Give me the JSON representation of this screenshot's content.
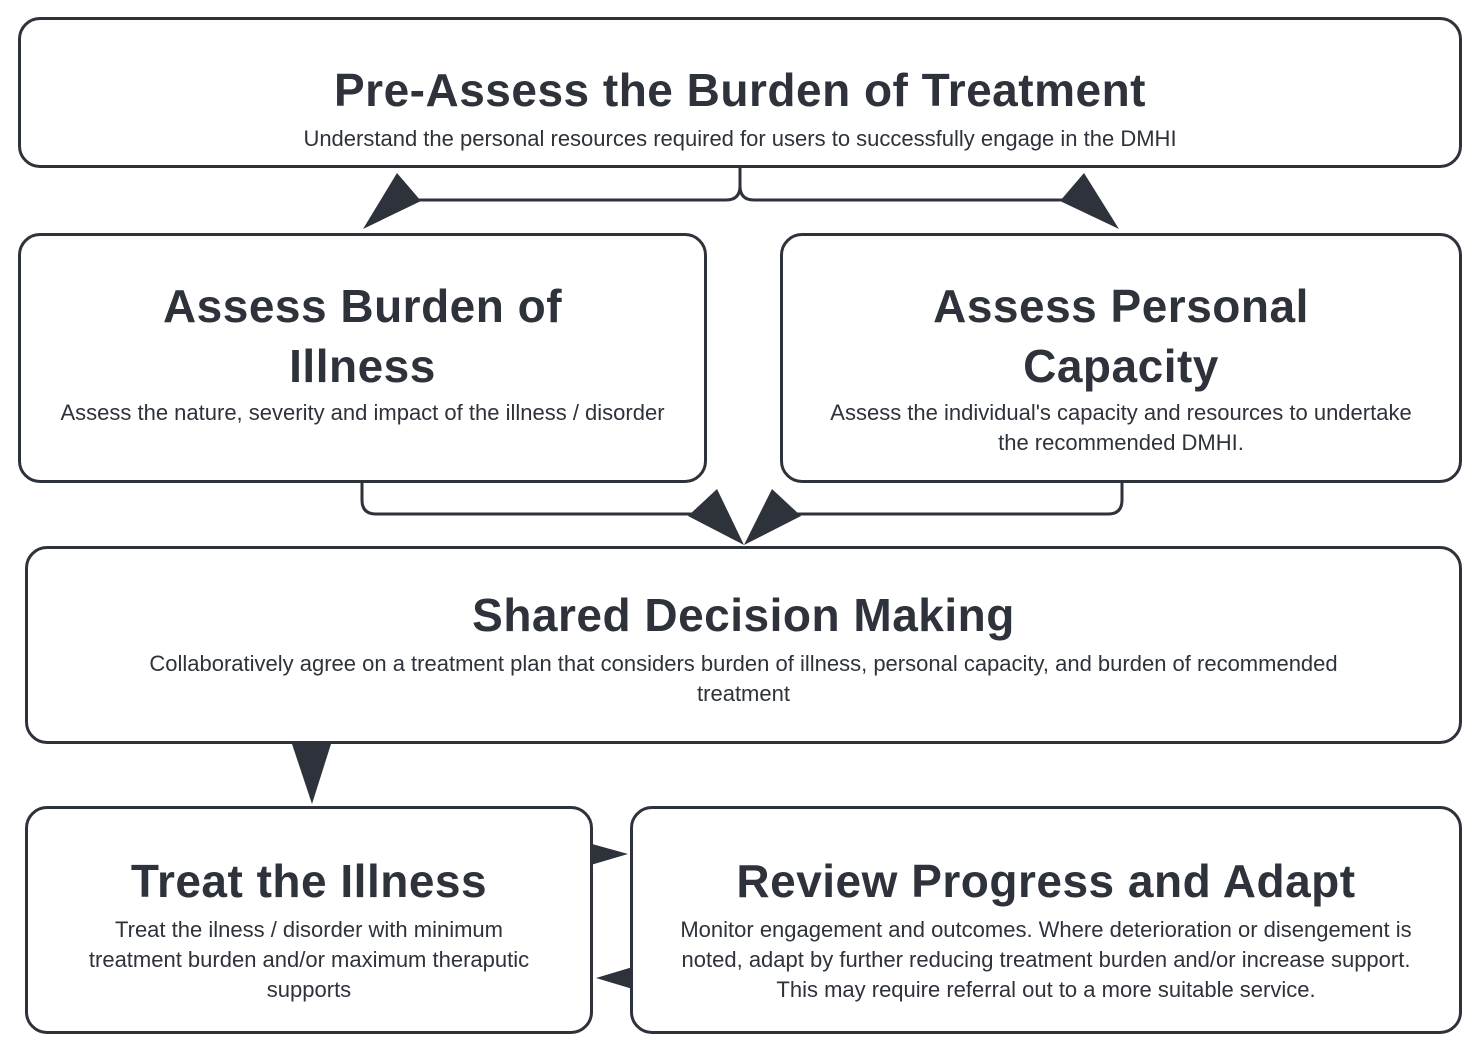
{
  "diagram": {
    "pre_assess": {
      "title": "Pre-Assess the Burden of Treatment",
      "description": "Understand the personal resources required for users to successfully engage in the DMHI"
    },
    "assess_illness": {
      "title": "Assess Burden of Illness",
      "description": "Assess the nature, severity and impact of the illness / disorder"
    },
    "assess_capacity": {
      "title": "Assess Personal Capacity",
      "description": "Assess the individual's capacity and resources to undertake the recommended DMHI."
    },
    "shared_decision": {
      "title": "Shared Decision Making",
      "description": "Collaboratively agree on a treatment plan that considers burden of illness, personal capacity, and burden of recommended treatment"
    },
    "treat": {
      "title": "Treat the Illness",
      "description": "Treat the ilness / disorder with minimum treatment burden and/or maximum theraputic supports"
    },
    "review": {
      "title": "Review Progress and Adapt",
      "description": "Monitor engagement and outcomes. Where deterioration or disengement is noted, adapt by further reducing treatment burden and/or increase support. This may require referral out to a more suitable service."
    },
    "colors": {
      "ink": "#2d323b",
      "background": "#ffffff"
    }
  }
}
